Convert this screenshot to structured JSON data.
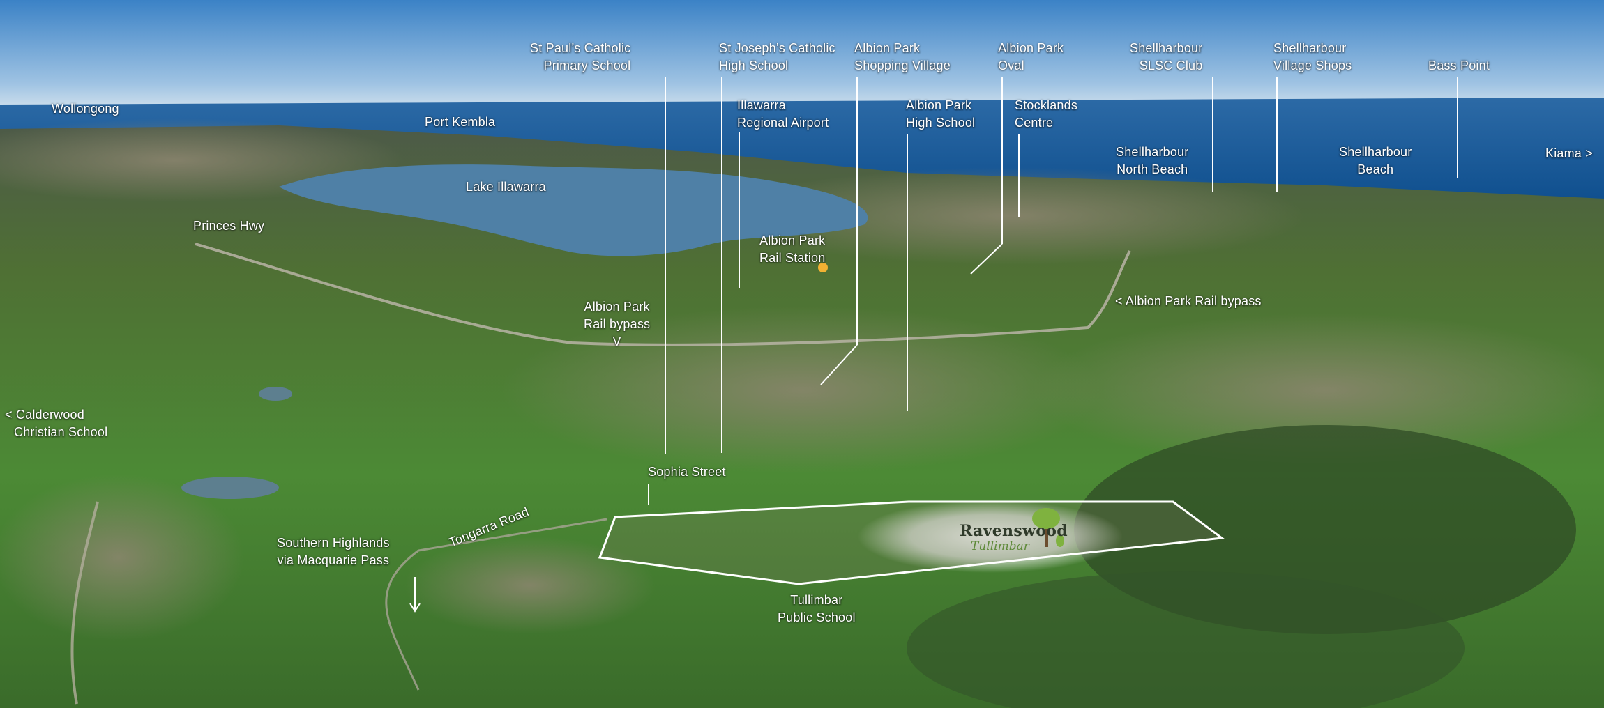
{
  "map": {
    "labels": {
      "st_pauls": [
        "St Paul’s Catholic",
        "Primary School"
      ],
      "st_josephs": [
        "St Joseph’s Catholic",
        "High School"
      ],
      "albion_shopping": [
        "Albion Park",
        "Shopping Village"
      ],
      "albion_oval": [
        "Albion Park",
        "Oval"
      ],
      "shellharbour_slsc": [
        "Shellharbour",
        "SLSC Club"
      ],
      "shellharbour_village": [
        "Shellharbour",
        "Village Shops"
      ],
      "bass_point": "Bass Point",
      "wollongong": "Wollongong",
      "port_kembla": "Port Kembla",
      "illawarra_airport": [
        "Illawarra",
        "Regional Airport"
      ],
      "albion_high": [
        "Albion Park",
        "High School"
      ],
      "stocklands": [
        "Stocklands",
        "Centre"
      ],
      "shellharbour_north_beach": [
        "Shellharbour",
        "North Beach"
      ],
      "shellharbour_beach": [
        "Shellharbour",
        "Beach"
      ],
      "kiama": "Kiama >",
      "lake_illawarra": "Lake Illawarra",
      "princes_hwy": "Princes Hwy",
      "albion_rail_station": [
        "Albion Park",
        "Rail Station"
      ],
      "albion_rail_bypass_left": [
        "Albion Park",
        "Rail bypass",
        "V"
      ],
      "albion_rail_bypass_right": "< Albion Park Rail bypass",
      "calderwood": [
        "< Calderwood",
        "Christian School"
      ],
      "sophia_street": "Sophia Street",
      "southern_highlands": [
        "Southern Highlands",
        "via Macquarie Pass"
      ],
      "tongarra_road": "Tongarra Road",
      "tullimbar_school": [
        "Tullimbar",
        "Public School"
      ]
    },
    "logo": {
      "name": "Ravenswood",
      "sub": "Tullimbar"
    },
    "colors": {
      "sky_top": "#3f86c8",
      "sky_horizon": "#c9dcec",
      "ocean": "#1a5fa0",
      "lake": "#4d7fa8",
      "land_green": "#5f9a3c",
      "land_dark": "#2f4a2a",
      "urban": "#8a8470",
      "label": "#ffffff",
      "estate_outline": "#ffffff",
      "station_marker": "#f2b233"
    }
  }
}
